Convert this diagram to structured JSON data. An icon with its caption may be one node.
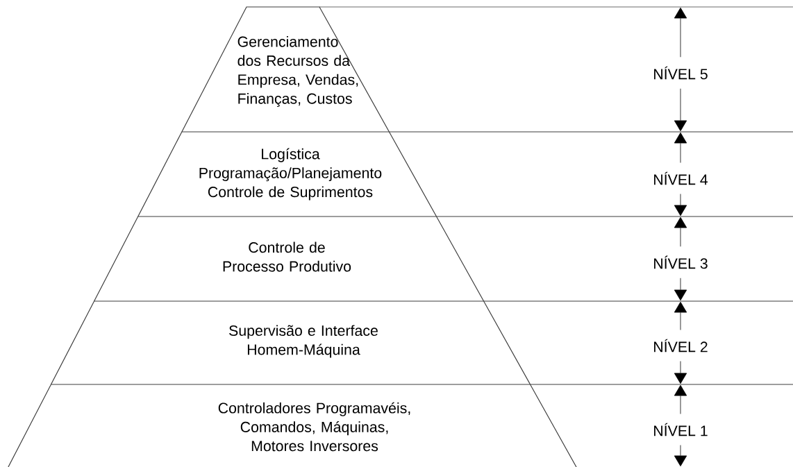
{
  "diagram": {
    "nodes": [
      {
        "text": [
          "Gerenciamento dos Recursos da Empresa, Vendas, Finanças, Custos"
        ]
      },
      {
        "text": [
          "Logística Programação/Planejamento Controle de Suprimentos"
        ]
      },
      {
        "text": [
          "Controle de Processo Produtivo"
        ]
      },
      {
        "text": [
          "Supervisão e Interface Homem-Máquina"
        ]
      },
      {
        "text": [
          "Controladores Programavéis, Comandos, Máquinas, Motores Inversores"
        ]
      }
    ],
    "labels": [
      "NÍVEL 5",
      "NÍVEL 4",
      "NÍVEL 3",
      "NÍVEL 2",
      "NÍVEL 1"
    ]
  }
}
